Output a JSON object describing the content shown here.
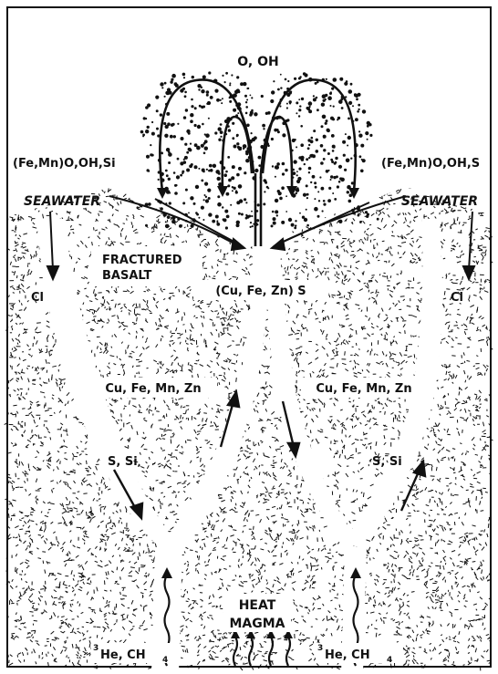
{
  "labels": {
    "top_oxides": "O, OH",
    "left_precip": "(Fe,Mn)O,OH,Si",
    "right_precip": "(Fe,Mn)O,OH,S",
    "seawater_left": "SEAWATER",
    "seawater_right": "SEAWATER",
    "fractured": "FRACTURED",
    "basalt": "BASALT",
    "sulfide": "(Cu, Fe, Zn) S",
    "cl_left": "Cl",
    "cl_right": "Cl",
    "metals_left": "Cu, Fe, Mn, Zn",
    "metals_right": "Cu, Fe, Mn, Zn",
    "ssi_left": "S, Si",
    "ssi_right": "S, Si",
    "heat": "HEAT",
    "magma": "MAGMA",
    "he_left_sup": "3",
    "he_left": "He, CH",
    "he_left_sub": "4",
    "he_right_sup": "3",
    "he_right": "He, CH",
    "he_right_sub": "4"
  },
  "colors": {
    "ink": "#111111",
    "paper": "#ffffff"
  }
}
